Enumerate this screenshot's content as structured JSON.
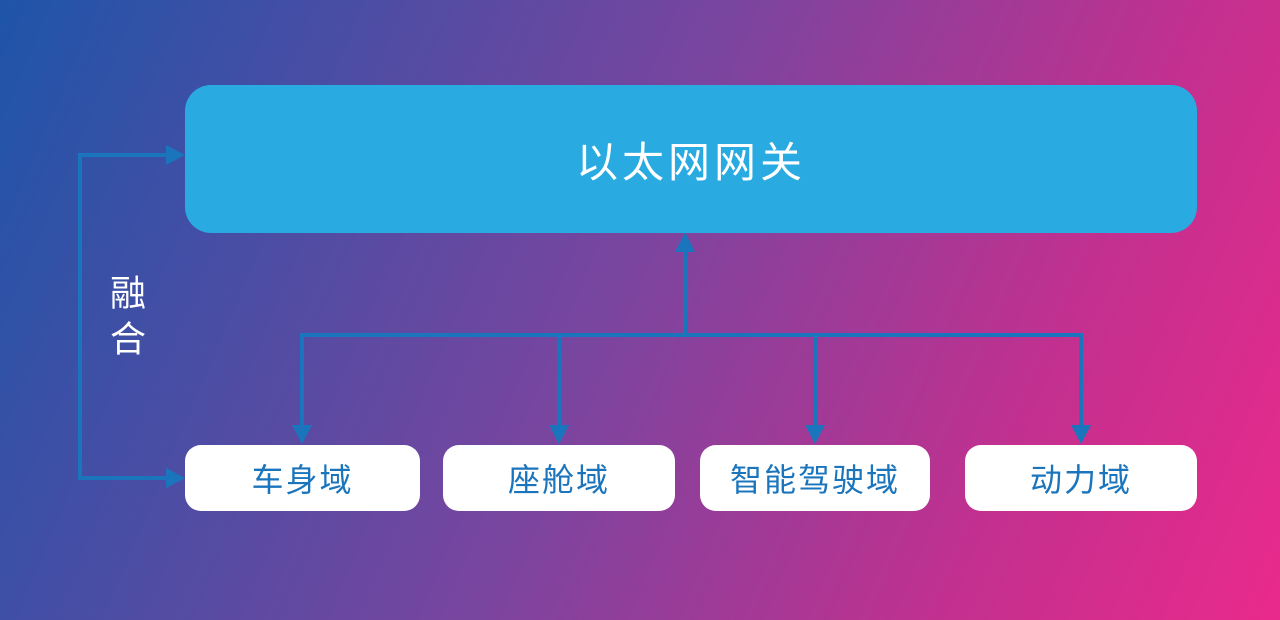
{
  "diagram": {
    "gateway": {
      "label": "以太网网关"
    },
    "domains": [
      {
        "label": "车身域"
      },
      {
        "label": "座舱域"
      },
      {
        "label": "智能驾驶域"
      },
      {
        "label": "动力域"
      }
    ],
    "side_label": "融合"
  },
  "colors": {
    "background_start": "#1e55a9",
    "background_mid": "#7a459f",
    "background_end": "#e92a8c",
    "gateway_fill": "#29abe2",
    "gateway_text": "#ffffff",
    "domain_fill": "#ffffff",
    "domain_text": "#1b75bc",
    "connector": "#1b75bc",
    "side_label_text": "#ffffff"
  }
}
